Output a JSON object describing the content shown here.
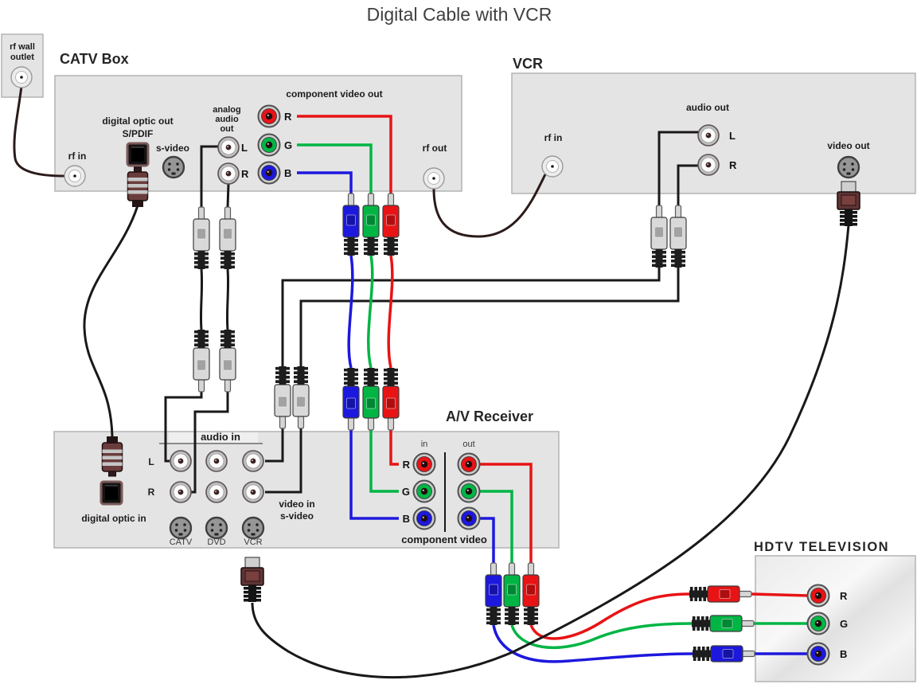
{
  "title": "Digital Cable with VCR",
  "colors": {
    "red": "#e81315",
    "green": "#00b544",
    "blue": "#1d18dd",
    "cable": "#191919",
    "box_fill": "#e4e4e4",
    "box_border": "#b4b4b4"
  },
  "wall_outlet": {
    "line1": "rf wall",
    "line2": "outlet"
  },
  "catv_box": {
    "title": "CATV Box",
    "rf_in": "rf in",
    "digital_optic_out": "digital optic out",
    "spdif": "S/PDIF",
    "s_video": "s-video",
    "analog_1": "analog",
    "analog_2": "audio",
    "analog_3": "out",
    "audio_l": "L",
    "audio_r": "R",
    "component_video_out": "component video out",
    "comp_r": "R",
    "comp_g": "G",
    "comp_b": "B",
    "rf_out": "rf out"
  },
  "vcr": {
    "title": "VCR",
    "rf_in": "rf in",
    "audio_out": "audio out",
    "audio_l": "L",
    "audio_r": "R",
    "video_out": "video out"
  },
  "receiver": {
    "title": "A/V Receiver",
    "audio_in": "audio in",
    "audio_l": "L",
    "audio_r": "R",
    "digital_optic_in": "digital optic in",
    "src_catv": "CATV",
    "src_dvd": "DVD",
    "src_vcr": "VCR",
    "video_in_1": "video in",
    "video_in_2": "s-video",
    "col_in": "in",
    "col_out": "out",
    "comp_r": "R",
    "comp_g": "G",
    "comp_b": "B",
    "component_video": "component video"
  },
  "tv": {
    "title": "HDTV TELEVISION",
    "comp_r": "R",
    "comp_g": "G",
    "comp_b": "B"
  }
}
